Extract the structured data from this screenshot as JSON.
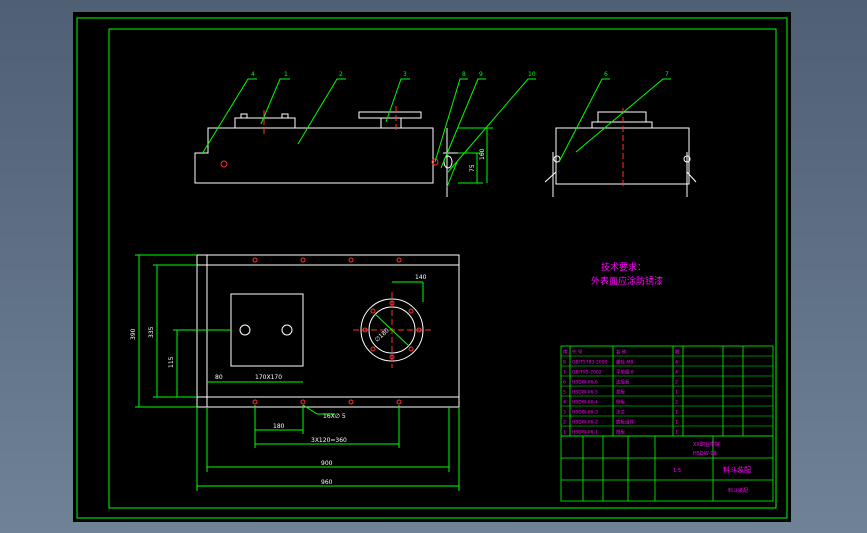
{
  "drawing": {
    "tech_title": "技术要求：",
    "tech_note": "外表面应涂防锈漆",
    "label_frame": "料斗装配",
    "colors": {
      "sheet": "#000000",
      "frame_border": "#00ff00",
      "outline": "#ffffff",
      "leader": "#00ff00",
      "centerline": "#ff3030",
      "text": "#ff00ff",
      "dim_text": "#ffffff"
    },
    "callouts_front": [
      "4",
      "1",
      "2",
      "3",
      "8",
      "9",
      "10"
    ],
    "callouts_side": [
      "6",
      "7"
    ],
    "dims": {
      "front_h1": "160",
      "front_h2": "75",
      "plan_h_outer": "390",
      "plan_h_inner": "335",
      "plan_h_lower": "115",
      "plan_left_offset": "80",
      "plan_inner_w": "170X170",
      "plan_dia": "∅180",
      "plan_off": "140",
      "plan_hole": "16X∅ 5",
      "plan_span1": "180",
      "plan_span2": "3X120=360",
      "plan_w_inner": "900",
      "plan_w_outer": "960"
    }
  },
  "title_block": {
    "parts": [
      {
        "no": "8",
        "code": "GB/T5783-2000",
        "name": "螺栓 M8",
        "qty": "4"
      },
      {
        "no": "7",
        "code": "GB/T95-2002",
        "name": "平垫圈 8",
        "qty": "4"
      },
      {
        "no": "6",
        "code": "HSDW-06-6",
        "name": "连接板",
        "qty": "2"
      },
      {
        "no": "5",
        "code": "HSDW-06-5",
        "name": "盖板",
        "qty": "1"
      },
      {
        "no": "4",
        "code": "HSDW-06-4",
        "name": "侧板",
        "qty": "2"
      },
      {
        "no": "3",
        "code": "HSDW-06-3",
        "name": "法兰",
        "qty": "1"
      },
      {
        "no": "2",
        "code": "HSDW-06-2",
        "name": "底板组件",
        "qty": "1"
      },
      {
        "no": "1",
        "code": "HSDW-06-1",
        "name": "挡板",
        "qty": "1"
      }
    ],
    "header": {
      "no": "序",
      "code": "代 号",
      "name": "名 称",
      "qty": "数"
    },
    "school": "XX职业学院",
    "drawing_no": "HSDW-06",
    "name": "料斗装配",
    "scale": "1:5"
  }
}
